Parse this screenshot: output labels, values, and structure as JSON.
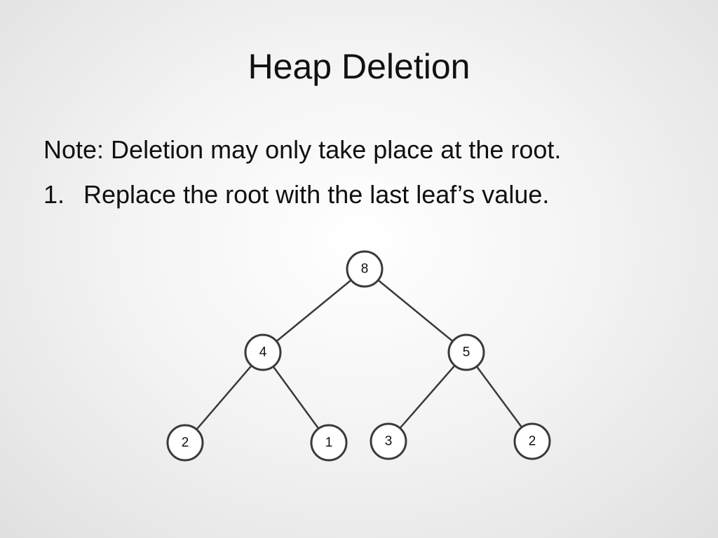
{
  "slide": {
    "title": "Heap Deletion",
    "note": "Note: Deletion may only take place at the root.",
    "steps": [
      {
        "number": "1.",
        "text": "Replace the root with the last leaf’s value."
      }
    ]
  },
  "tree": {
    "nodes": [
      {
        "id": "n0",
        "value": "8"
      },
      {
        "id": "n1",
        "value": "4"
      },
      {
        "id": "n2",
        "value": "5"
      },
      {
        "id": "n3",
        "value": "2"
      },
      {
        "id": "n4",
        "value": "1"
      },
      {
        "id": "n5",
        "value": "3"
      },
      {
        "id": "n6",
        "value": "2"
      }
    ],
    "edges": [
      [
        "n0",
        "n1"
      ],
      [
        "n0",
        "n2"
      ],
      [
        "n1",
        "n3"
      ],
      [
        "n1",
        "n4"
      ],
      [
        "n2",
        "n5"
      ],
      [
        "n2",
        "n6"
      ]
    ]
  }
}
